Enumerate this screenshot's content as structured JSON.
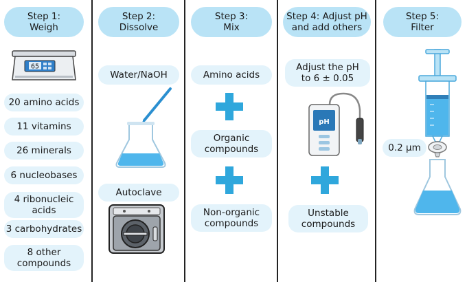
{
  "steps": [
    {
      "title_line1": "Step 1:",
      "title_line2": "Weigh"
    },
    {
      "title_line1": "Step 2:",
      "title_line2": "Dissolve"
    },
    {
      "title_line1": "Step 3:",
      "title_line2": "Mix"
    },
    {
      "title_line1": "Step 4: Adjust pH",
      "title_line2": "and add others"
    },
    {
      "title_line1": "Step 5:",
      "title_line2": "Filter"
    }
  ],
  "step1": {
    "scale_display": "65",
    "items": [
      "20 amino acids",
      "11 vitamins",
      "26 minerals",
      "6 nucleobases",
      "4 ribonucleic acids",
      "3 carbohydrates",
      "8 other compounds"
    ]
  },
  "step2": {
    "solvent": "Water/NaOH",
    "sterilize": "Autoclave"
  },
  "step3": {
    "items": [
      "Amino acids",
      "Organic compounds",
      "Non-organic compounds"
    ]
  },
  "step4": {
    "adjust_line1": "Adjust the pH",
    "adjust_line2": "to 6 ± 0.05",
    "meter_label": "pH",
    "unstable_line1": "Unstable",
    "unstable_line2": "compounds"
  },
  "step5": {
    "filter_size": "0.2 µm"
  },
  "colors": {
    "header_bg": "#b9e3f6",
    "pill_bg": "#e3f3fb",
    "plus": "#2fa7dc",
    "liquid": "#4fb6ec"
  }
}
